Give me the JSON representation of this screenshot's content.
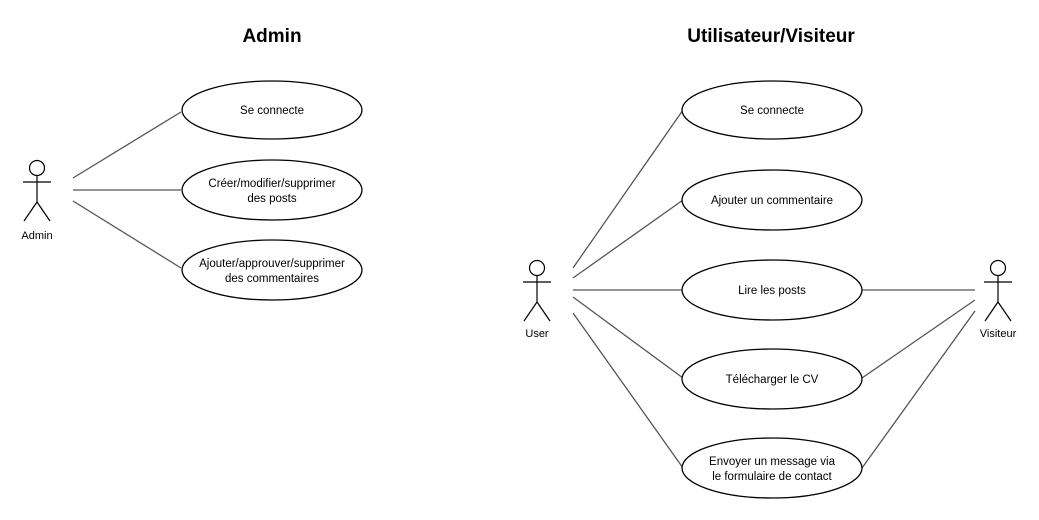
{
  "colors": {
    "line": "#555555",
    "stroke": "#000000",
    "background": "#ffffff"
  },
  "admin_section": {
    "title": "Admin",
    "actor_label": "Admin",
    "use_cases": [
      {
        "lines": [
          "Se connecte"
        ]
      },
      {
        "lines": [
          "Créer/modifier/supprimer",
          "des posts"
        ]
      },
      {
        "lines": [
          "Ajouter/approuver/supprimer",
          "des commentaires"
        ]
      }
    ]
  },
  "user_section": {
    "title": "Utilisateur/Visiteur",
    "user_actor_label": "User",
    "visitor_actor_label": "Visiteur",
    "use_cases": [
      {
        "lines": [
          "Se connecte"
        ]
      },
      {
        "lines": [
          "Ajouter un commentaire"
        ]
      },
      {
        "lines": [
          "Lire les posts"
        ]
      },
      {
        "lines": [
          "Télécharger le CV"
        ]
      },
      {
        "lines": [
          "Envoyer un message via",
          "le formulaire de contact"
        ]
      }
    ]
  }
}
